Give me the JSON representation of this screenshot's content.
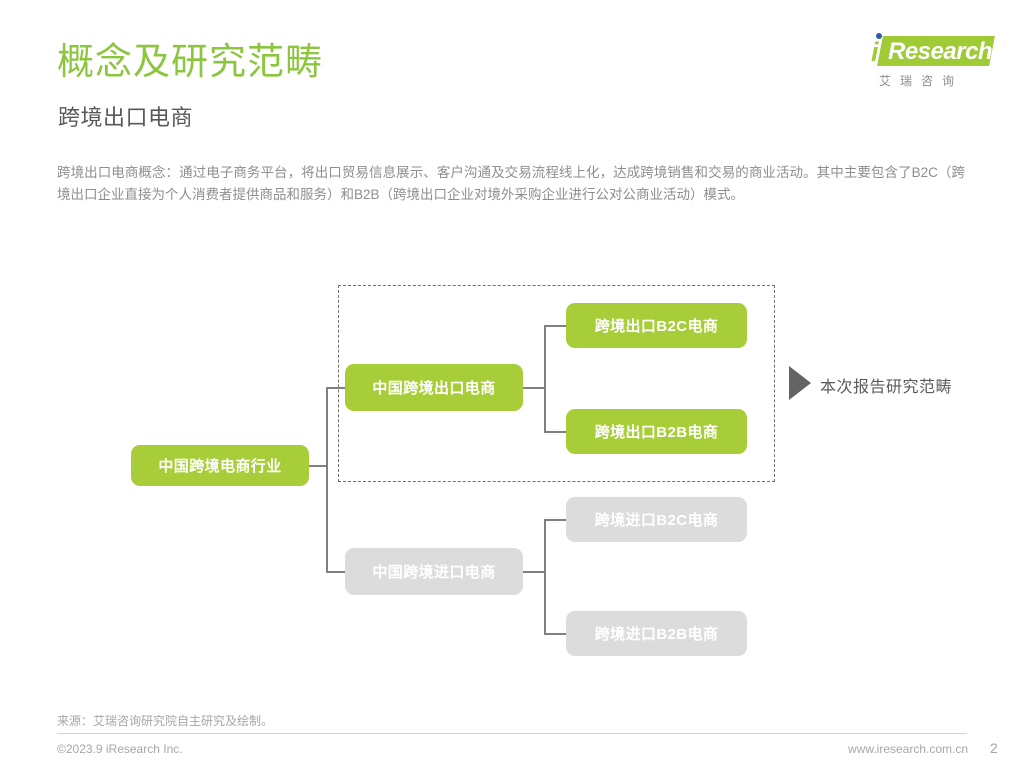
{
  "header": {
    "title": "概念及研究范畴",
    "subtitle": "跨境出口电商",
    "title_color": "#8cc63e"
  },
  "logo": {
    "mark_i": "i",
    "mark_research": "Research",
    "mark_cn": "艾瑞咨询",
    "banner_color": "#9ecb36",
    "dot_color": "#2a5caa"
  },
  "intro": {
    "paragraph": "跨境出口电商概念：通过电子商务平台，将出口贸易信息展示、客户沟通及交易流程线上化，达成跨境销售和交易的商业活动。其中主要包含了B2C（跨境出口企业直接为个人消费者提供商品和服务）和B2B（跨境出口企业对境外采购企业进行公对公商业活动）模式。"
  },
  "diagram": {
    "nodes": {
      "root": "中国跨境电商行业",
      "export": "中国跨境出口电商",
      "import": "中国跨境进口电商",
      "export_b2c": "跨境出口B2C电商",
      "export_b2b": "跨境出口B2B电商",
      "import_b2c": "跨境进口B2C电商",
      "import_b2b": "跨境进口B2B电商"
    },
    "colors": {
      "green": "#a7ce39",
      "grey": "#dcdcdc",
      "line": "#808080",
      "dashed_border": "#6f6f6f",
      "arrow": "#636363"
    },
    "scope_label": "本次报告研究范畴"
  },
  "footer": {
    "source": "来源：艾瑞咨询研究院自主研究及绘制。",
    "copyright": "©2023.9 iResearch Inc.",
    "url": "www.iresearch.com.cn",
    "page_number": "2"
  }
}
